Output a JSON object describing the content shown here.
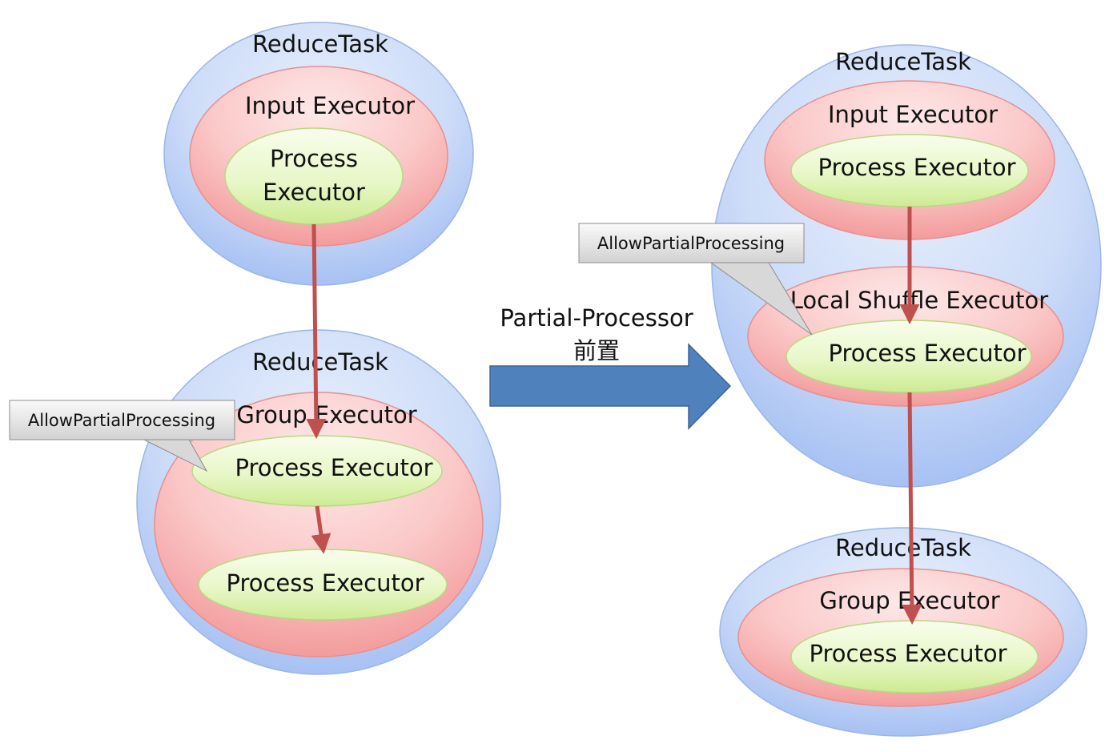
{
  "left_top": {
    "task": "ReduceTask",
    "executor": "Input Executor",
    "process_line1": "Process",
    "process_line2": "Executor"
  },
  "left_bottom": {
    "task": "ReduceTask",
    "executor": "Group Executor",
    "process_a": "Process Executor",
    "process_b": "Process Executor",
    "callout": "AllowPartialProcessing"
  },
  "transform": {
    "label_line1": "Partial-Processor",
    "label_line2": "前置"
  },
  "right_top": {
    "task": "ReduceTask",
    "input_executor": "Input Executor",
    "input_process": "Process Executor",
    "shuffle_executor": "Local Shuffle Executor",
    "shuffle_process": "Process Executor",
    "callout": "AllowPartialProcessing"
  },
  "right_bottom": {
    "task": "ReduceTask",
    "executor": "Group Executor",
    "process": "Process Executor"
  },
  "colors": {
    "blue_outer": "#a9c4f5",
    "blue_inner": "#dbe6fb",
    "red_outer": "#f5a5a5",
    "red_inner": "#fde0e0",
    "green_outer": "#d6f0a8",
    "green_inner": "#f6fde6",
    "arrow_red": "#c0504d",
    "arrow_blue": "#4f81bd"
  }
}
